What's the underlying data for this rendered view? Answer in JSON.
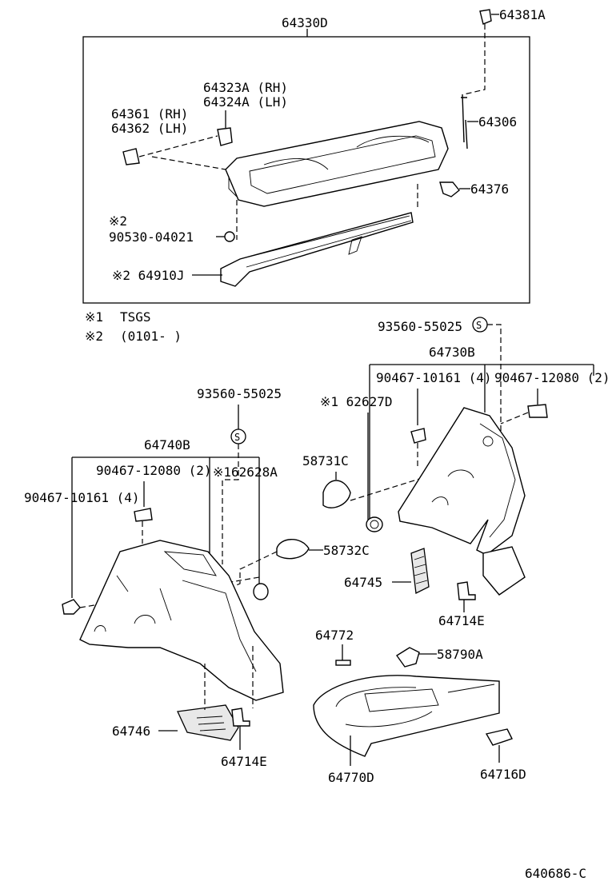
{
  "diagram": {
    "part_labels": {
      "p64330D": "64330D",
      "p64381A": "64381A",
      "p64323A": "64323A (RH)",
      "p64324A": "64324A (LH)",
      "p64361": "64361 (RH)",
      "p64362": "64362 (LH)",
      "p64306": "64306",
      "p64376": "64376",
      "note2a": "※2",
      "p90530": "90530-04021",
      "p64910J": "※2 64910J",
      "p93560b": "93560-55025",
      "p64730B": "64730B",
      "p90467a_r": "90467-10161 (4)",
      "p90467b_r": "90467-12080 (2)",
      "p62627D": "※1 62627D",
      "p58731C": "58731C",
      "p93560a": "93560-55025",
      "p64740B": "64740B",
      "p90467b_l": "90467-12080 (2)",
      "p62628A": "※162628A",
      "p90467a_l": "90467-10161 (4)",
      "p58732C": "58732C",
      "p64745": "64745",
      "p64714E_r": "64714E",
      "p64772": "64772",
      "p58790A": "58790A",
      "p64746": "64746",
      "p64714E_l": "64714E",
      "p64770D": "64770D",
      "p64716D": "64716D"
    },
    "legend": [
      {
        "mark": "※1",
        "text": "TSGS"
      },
      {
        "mark": "※2",
        "text": "(0101-      )"
      }
    ],
    "screw_symbol": "S",
    "figure_code": "640686-C"
  }
}
